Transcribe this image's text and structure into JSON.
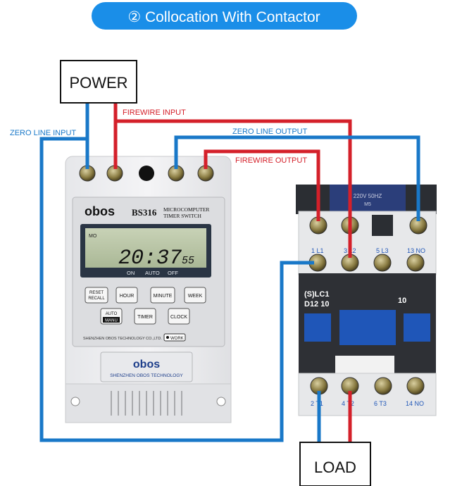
{
  "title": "② Collocation With Contactor",
  "boxes": {
    "power": "POWER",
    "load": "LOAD"
  },
  "wire_labels": {
    "zero_in": "ZERO LINE INPUT",
    "fire_in": "FIREWIRE INPUT",
    "zero_out": "ZERO LINE OUTPUT",
    "fire_out": "FIREWIRE OUTPUT"
  },
  "timer": {
    "brand": "obos",
    "model": "BS316",
    "subtitle_1": "MICROCOMPUTER",
    "subtitle_2": "TIMER SWITCH",
    "lcd_mode": "MO",
    "lcd_time": "20:37",
    "lcd_sec": "55",
    "lcd_on": "ON",
    "lcd_auto": "AUTO",
    "lcd_off": "OFF",
    "btn_reset_1": "RESET",
    "btn_reset_2": "RECALL",
    "btn_hour": "HOUR",
    "btn_minute": "MINUTE",
    "btn_week": "WEEK",
    "btn_auto_1": "AUTO",
    "btn_auto_2": "MANU",
    "btn_timer": "TIMER",
    "btn_clock": "CLOCK",
    "maker": "SHENZHEN OBOS TECHNOLOGY CO.,LTD.",
    "work": "WORK",
    "badge_brand": "obos",
    "badge_text": "SHENZHEN OBOS TECHNOLOGY"
  },
  "contactor": {
    "plate_1": "220V 50HZ",
    "plate_2": "M5",
    "model_1": "(S)LC1",
    "model_2": "D12 10",
    "model_3": "10",
    "top_terminals": [
      "1 L1",
      "3 L2",
      "5 L3",
      "13 NO"
    ],
    "bottom_terminals": [
      "2 T1",
      "4 T2",
      "6 T3",
      "14 NO"
    ]
  },
  "colors": {
    "title_bg": "#1a8ee8",
    "zero_wire": "#1978c8",
    "fire_wire": "#d4202a",
    "contactor_blue": "#1f56b8"
  }
}
